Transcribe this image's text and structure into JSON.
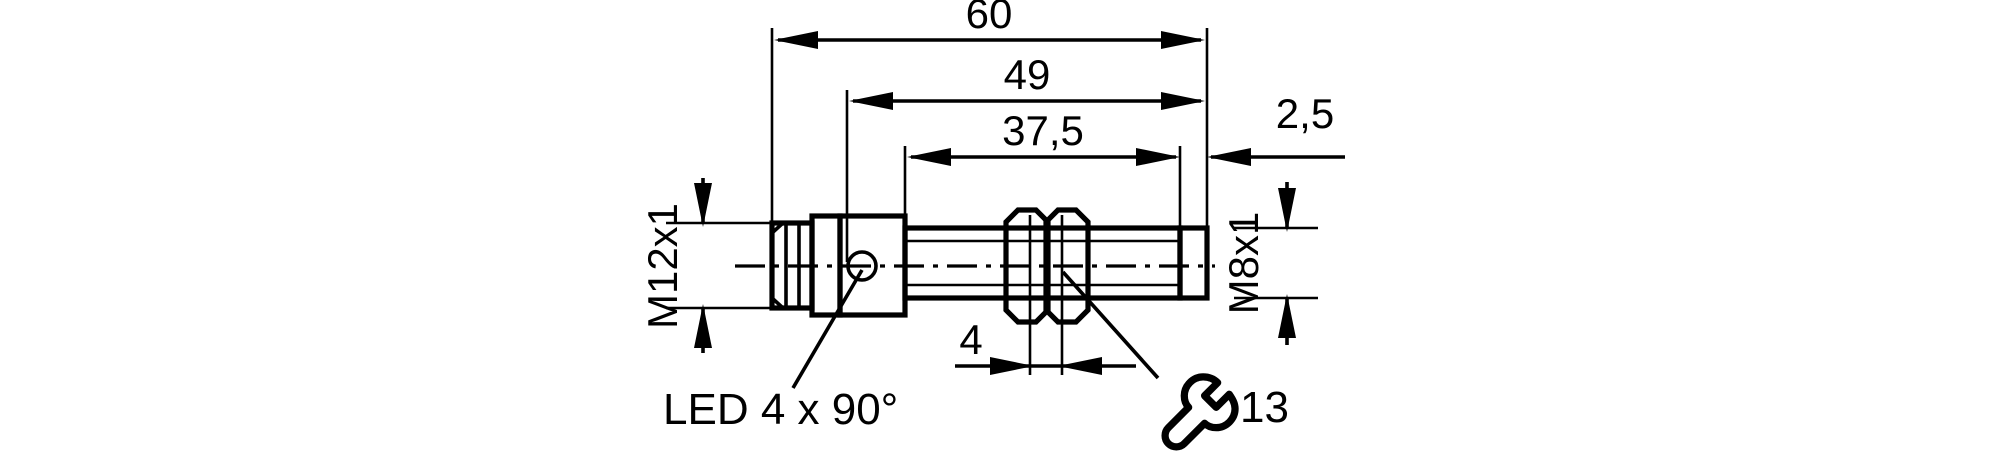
{
  "drawing": {
    "type": "dimensioned-technical-drawing",
    "subject": "inductive-sensor-m8x1-with-m12x1-connector",
    "background_color": "#ffffff",
    "line_color": "#000000",
    "dimensions": {
      "overall_length": {
        "value": "60",
        "name": "overall-length-dimension",
        "unit_implied": "mm"
      },
      "thread_to_end": {
        "value": "49",
        "name": "thread-length-dimension",
        "unit_implied": "mm"
      },
      "sensing_face_offset": {
        "value": "37,5",
        "name": "barrel-length-dimension",
        "unit_implied": "mm"
      },
      "tip_length": {
        "value": "2,5",
        "name": "tip-length-dimension",
        "unit_implied": "mm"
      },
      "nut_width": {
        "value": "4",
        "name": "nut-width-dimension",
        "unit_implied": "mm"
      }
    },
    "thread_labels": {
      "connector_thread": {
        "value": "M12 x1",
        "text": "M12x1",
        "name": "connector-thread-label",
        "orientation": "vertical"
      },
      "barrel_thread": {
        "value": "M8 x1",
        "text": "M8x1",
        "name": "barrel-thread-label",
        "orientation": "vertical"
      }
    },
    "annotations": {
      "led": {
        "text": "LED 4 x 90°",
        "name": "led-annotation"
      },
      "wrench": {
        "text": "13",
        "icon": "wrench-icon",
        "name": "wrench-size-annotation"
      }
    }
  }
}
